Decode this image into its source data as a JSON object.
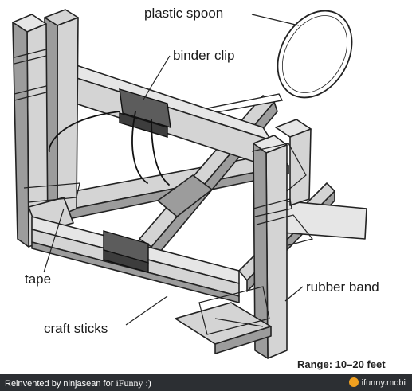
{
  "labels": {
    "spoon": "plastic spoon",
    "binder_clip": "binder clip",
    "tape": "tape",
    "craft_sticks": "craft sticks",
    "rubber_band": "rubber band",
    "range": "Range: 10–20 feet"
  },
  "footer": {
    "prefix": "Reinvented by ninjasean for ",
    "brand": "iFunny :)",
    "site": "ifunny.mobi"
  },
  "colors": {
    "wood": "#d2d2d2",
    "wood_dark": "#8f8f8f",
    "clip": "#555555",
    "footer_bg": "#2c2f33",
    "footer_logo": "#f0a020"
  }
}
